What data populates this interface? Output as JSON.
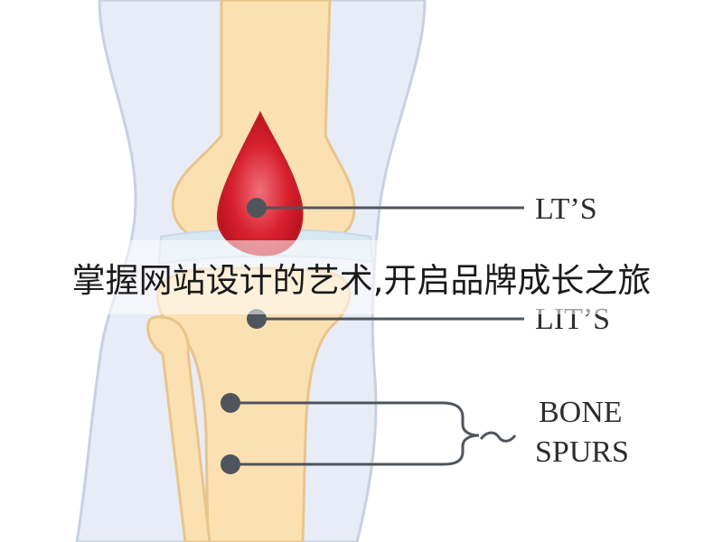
{
  "banner": {
    "title": "掌握网站设计的艺术,开启品牌成长之旅"
  },
  "labels": {
    "lts": "LT’S",
    "lits": "LIT’S",
    "bone_spurs_line1": "BONE",
    "bone_spurs_line2": "SPURS"
  },
  "colors": {
    "bone": "#fbe1b2",
    "bone_outline": "#e8c58d",
    "leg": "#e7ecf6",
    "leg_outline": "#c9d1e0",
    "cartilage": "#d8e8f2",
    "lesion": "#d8202e",
    "pointer": "#4f555c",
    "label": "#2e2e2e"
  }
}
